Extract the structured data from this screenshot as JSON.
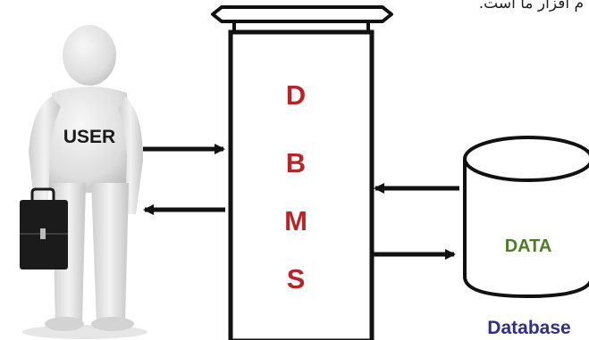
{
  "header_text": "م افزار ما است.",
  "user": {
    "label": "USER"
  },
  "dbms": {
    "letters": [
      "D",
      "B",
      "M",
      "S"
    ]
  },
  "database": {
    "label": "DATA",
    "caption": "Database"
  },
  "arrows": [
    {
      "from": "user",
      "to": "dbms"
    },
    {
      "from": "dbms",
      "to": "user"
    },
    {
      "from": "database",
      "to": "dbms"
    },
    {
      "from": "dbms",
      "to": "database"
    }
  ],
  "colors": {
    "dbms_letters": "#b5262b",
    "data_label": "#4e7d2a",
    "database_caption": "#2f2f86",
    "figure": "#e3e3e3",
    "briefcase": "#1b1b1b"
  }
}
